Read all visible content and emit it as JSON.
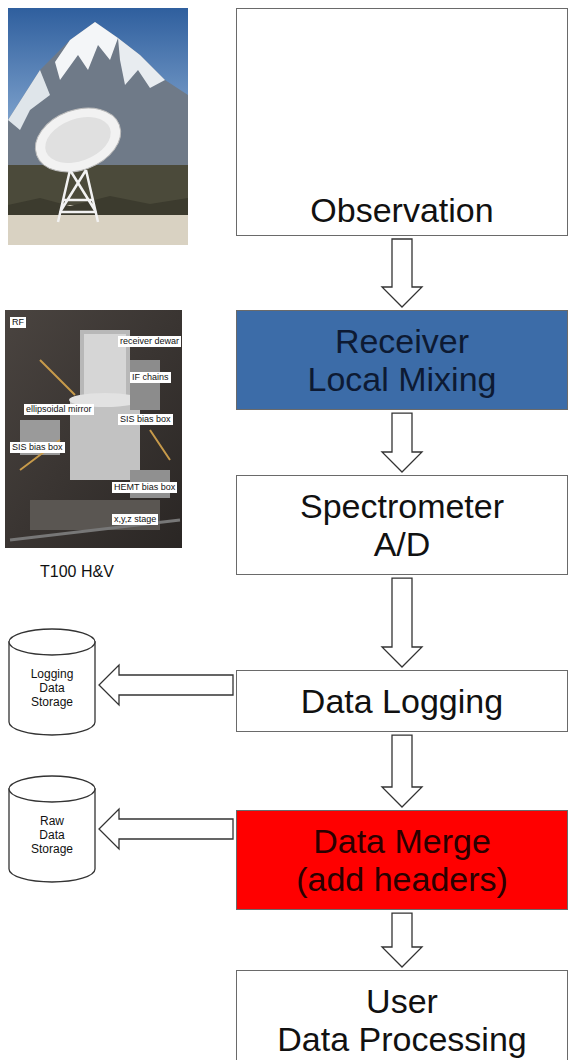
{
  "diagram": {
    "nodes": [
      {
        "text": [
          "Observation"
        ]
      },
      {
        "text": [
          "Receiver Local Mixing"
        ]
      },
      {
        "text": [
          "Spectrometer A/D"
        ]
      },
      {
        "text": [
          "Data Logging"
        ]
      },
      {
        "text": [
          "Logging Data Storage"
        ]
      },
      {
        "text": [
          "Data Merge (add headers)"
        ]
      },
      {
        "text": [
          "Raw Data Storage"
        ]
      },
      {
        "text": [
          "User Data Processing"
        ]
      }
    ],
    "edges": [
      {
        "from": 0,
        "to": 1,
        "arrow": "to"
      },
      {
        "from": 1,
        "to": 2,
        "arrow": "to"
      },
      {
        "from": 2,
        "to": 3,
        "arrow": "to"
      },
      {
        "from": 3,
        "to": 4,
        "arrow": "to"
      },
      {
        "from": 3,
        "to": 5,
        "arrow": "to"
      },
      {
        "from": 5,
        "to": 6,
        "arrow": "to"
      },
      {
        "from": 5,
        "to": 7,
        "arrow": "to"
      }
    ],
    "labels": [
      "RF",
      "receiver dewar",
      "IF chains",
      "ellipsoidal mirror",
      "SIS bias box",
      "SIS bias box",
      "HEMT bias box",
      "x,y,z stage",
      "T100 H&V"
    ]
  }
}
